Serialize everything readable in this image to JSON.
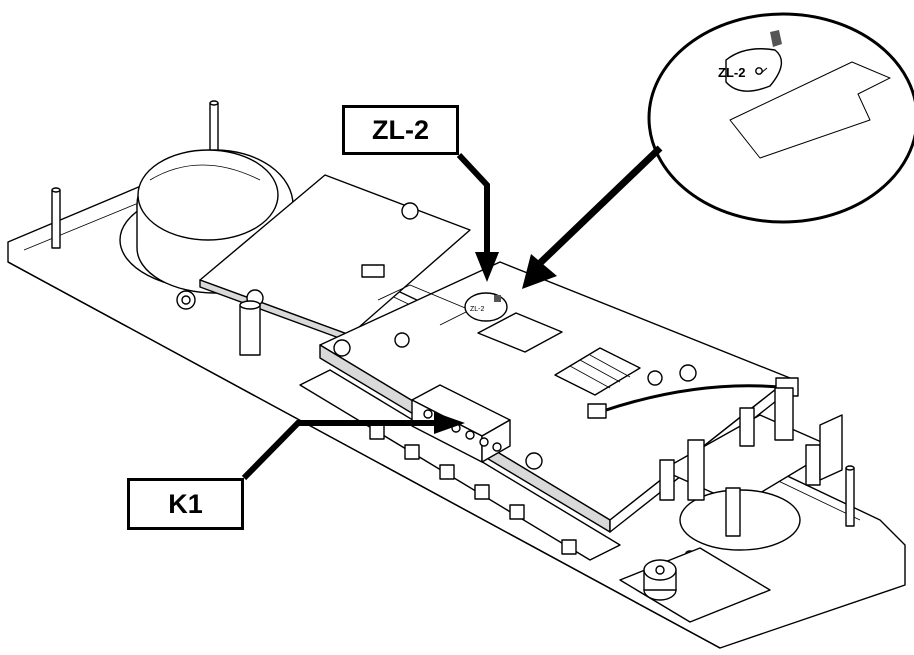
{
  "callouts": {
    "zl2_label": "ZL-2",
    "k1_label": "K1"
  },
  "detail": {
    "sticker_text": "ZL-2"
  },
  "board": {
    "sticker_text": "ZL-2"
  },
  "colors": {
    "line": "#000000",
    "fill": "#ffffff",
    "shade": "#d9d9d9"
  }
}
